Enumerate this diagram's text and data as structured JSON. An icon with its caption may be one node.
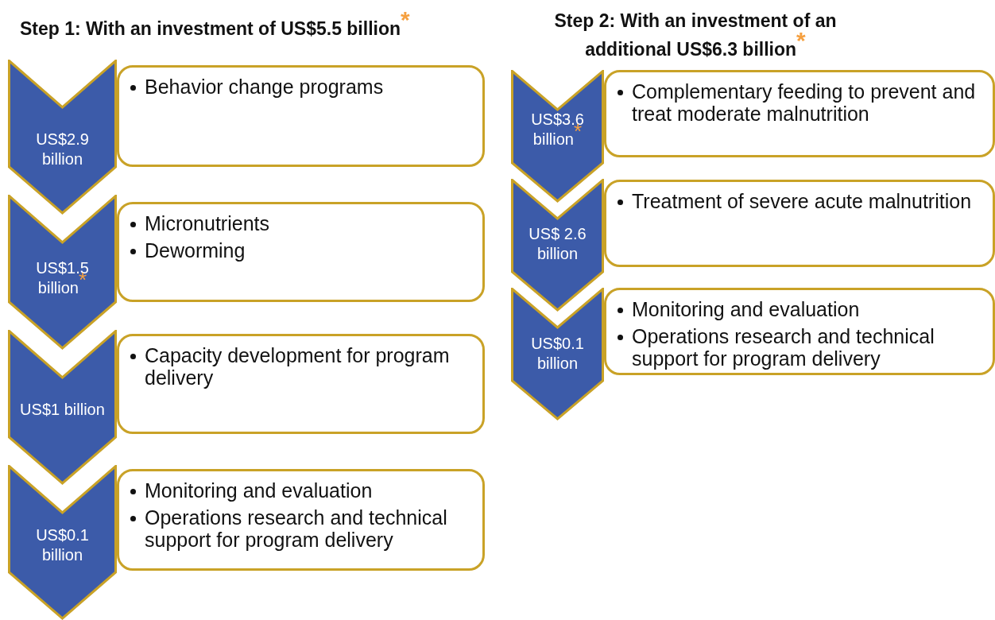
{
  "diagram": {
    "nodes": [
      {
        "text": [
          "US$2.9 billion"
        ]
      },
      {
        "text": [
          "Behavior change programs"
        ]
      },
      {
        "text": [
          "US$1.5 billion$^{*}$"
        ]
      },
      {
        "text": [
          "Micronutrients",
          "Deworming"
        ]
      },
      {
        "text": [
          "US$1 billion"
        ]
      },
      {
        "text": [
          "Capacity development for program delivery"
        ]
      },
      {
        "text": [
          "US$0.1 billion"
        ]
      },
      {
        "text": [
          "Monitoring and evaluation",
          "Operations research and technical support for program delivery"
        ]
      },
      {
        "text": [
          "US$3.6 billion$^{*}$"
        ]
      },
      {
        "text": [
          "Complementary feeding to prevent and treat moderate malnutrition"
        ]
      },
      {
        "text": [
          "US$ 2.6 billion"
        ]
      },
      {
        "text": [
          "Treatment of severe acute malnutrition"
        ]
      },
      {
        "text": [
          "US$0.1 billion"
        ]
      },
      {
        "text": [
          "Monitoring and evaluation",
          "Operations research and technical support for program delivery"
        ]
      }
    ],
    "edges": [],
    "labels": [
      "Step 1: With an investment of US$5.5 billion$^{*}$",
      "Step 2: With an investment of an additional US$6.3 billion$^{*}$"
    ]
  }
}
